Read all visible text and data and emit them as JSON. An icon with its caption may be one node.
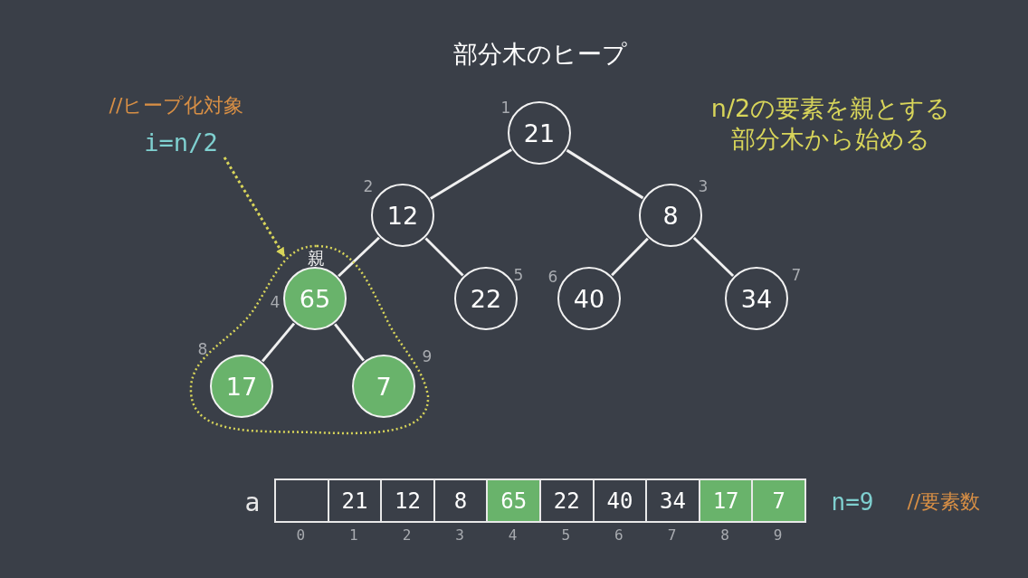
{
  "diagram": {
    "title": "部分木のヒープ",
    "nodes": [
      {
        "text": [
          "21"
        ],
        "beside": [
          "1"
        ]
      },
      {
        "text": [
          "12"
        ],
        "beside": [
          "2"
        ]
      },
      {
        "text": [
          "8"
        ],
        "beside": [
          "3"
        ]
      },
      {
        "text": [],
        "shape": "cloud"
      },
      {
        "text": [
          "65"
        ],
        "beside": [
          "4",
          "親"
        ],
        "in": 3
      },
      {
        "text": [
          "22"
        ],
        "beside": [
          "5"
        ]
      },
      {
        "text": [
          "40"
        ],
        "beside": [
          "6"
        ]
      },
      {
        "text": [
          "34"
        ],
        "beside": [
          "7"
        ]
      },
      {
        "text": [
          "17"
        ],
        "beside": [
          "8"
        ],
        "in": 3
      },
      {
        "text": [
          "7"
        ],
        "beside": [
          "9"
        ],
        "in": 3
      },
      {
        "text": [
          "i=n/2"
        ]
      },
      {
        "text": [],
        "shape": "box",
        "beside": [
          "0"
        ]
      },
      {
        "text": [
          "21"
        ],
        "beside": [
          "1"
        ]
      },
      {
        "text": [
          "12"
        ],
        "beside": [
          "2"
        ]
      },
      {
        "text": [
          "8"
        ],
        "beside": [
          "3"
        ]
      },
      {
        "text": [
          "65"
        ],
        "beside": [
          "4"
        ]
      },
      {
        "text": [
          "22"
        ],
        "beside": [
          "5"
        ]
      },
      {
        "text": [
          "40"
        ],
        "beside": [
          "6"
        ]
      },
      {
        "text": [
          "34"
        ],
        "beside": [
          "7"
        ]
      },
      {
        "text": [
          "17"
        ],
        "beside": [
          "8"
        ]
      },
      {
        "text": [
          "7"
        ],
        "beside": [
          "9"
        ]
      }
    ],
    "edges": [
      {
        "from": 0,
        "to": 1,
        "arrow": "none"
      },
      {
        "from": 0,
        "to": 2,
        "arrow": "none"
      },
      {
        "from": 1,
        "to": 4,
        "arrow": "none"
      },
      {
        "from": 1,
        "to": 5,
        "arrow": "none"
      },
      {
        "from": 2,
        "to": 6,
        "arrow": "none"
      },
      {
        "from": 2,
        "to": 7,
        "arrow": "none"
      },
      {
        "from": 4,
        "to": 8,
        "arrow": "none"
      },
      {
        "from": 4,
        "to": 9,
        "arrow": "none"
      },
      {
        "from": 10,
        "to": 3,
        "arrow": "to",
        "style": "dashed",
        "color": "#d8d55a"
      }
    ],
    "labels": [
      "//ヒープ化対象",
      "n/2の要素を親とする部分木から始める",
      "a",
      "n=9",
      "//要素数"
    ]
  }
}
